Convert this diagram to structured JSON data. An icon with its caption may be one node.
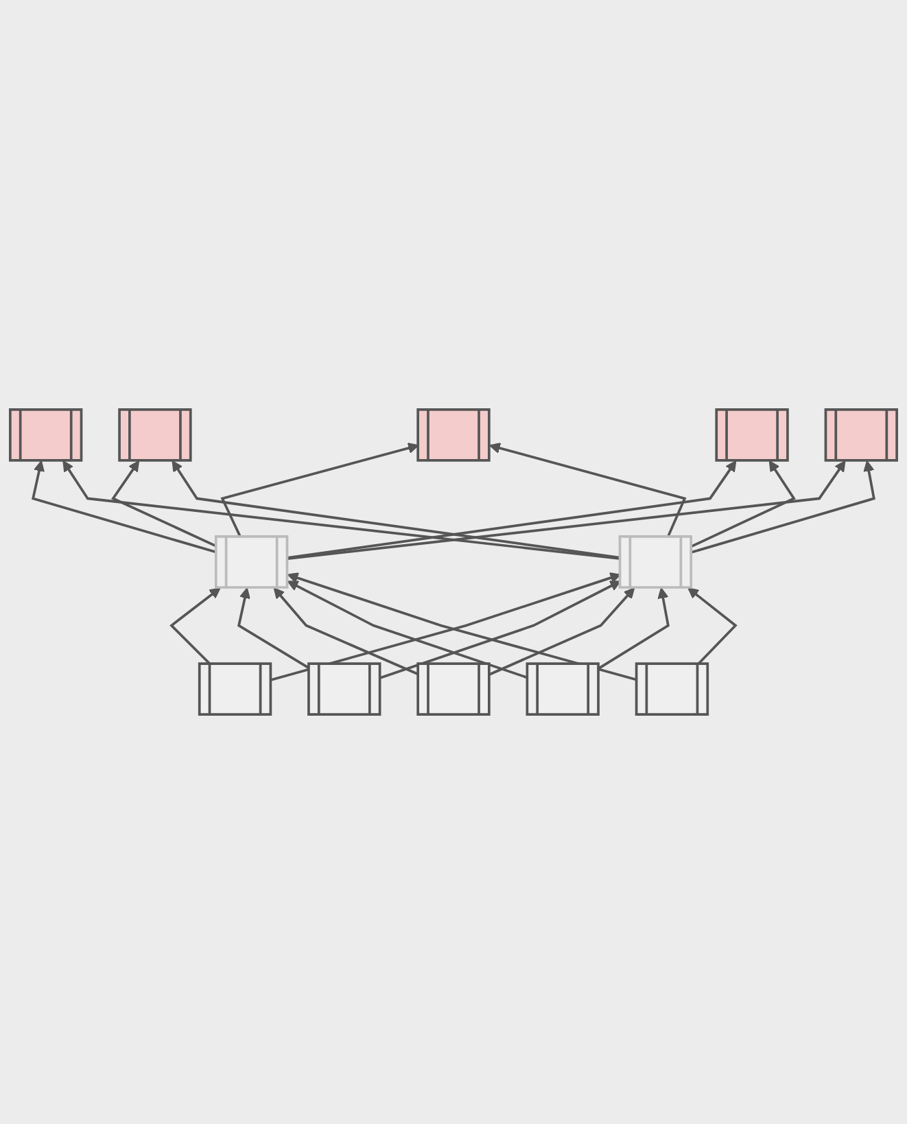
{
  "diagram": {
    "nodes": [
      {
        "text": [],
        "shape": "box"
      },
      {
        "text": [],
        "shape": "box"
      },
      {
        "text": [],
        "shape": "box"
      },
      {
        "text": [],
        "shape": "box"
      },
      {
        "text": [],
        "shape": "box"
      },
      {
        "text": [],
        "shape": "box"
      },
      {
        "text": [],
        "shape": "box"
      },
      {
        "text": [],
        "shape": "box"
      },
      {
        "text": [],
        "shape": "box"
      },
      {
        "text": [],
        "shape": "box"
      },
      {
        "text": [],
        "shape": "box"
      },
      {
        "text": [],
        "shape": "box"
      }
    ],
    "edges": [
      {
        "from": 7,
        "to": 5,
        "arrow": "to"
      },
      {
        "from": 8,
        "to": 5,
        "arrow": "to"
      },
      {
        "from": 9,
        "to": 5,
        "arrow": "to"
      },
      {
        "from": 10,
        "to": 5,
        "arrow": "to"
      },
      {
        "from": 11,
        "to": 5,
        "arrow": "to"
      },
      {
        "from": 7,
        "to": 6,
        "arrow": "to"
      },
      {
        "from": 8,
        "to": 6,
        "arrow": "to"
      },
      {
        "from": 9,
        "to": 6,
        "arrow": "to"
      },
      {
        "from": 10,
        "to": 6,
        "arrow": "to"
      },
      {
        "from": 11,
        "to": 6,
        "arrow": "to"
      },
      {
        "from": 5,
        "to": 0,
        "arrow": "to"
      },
      {
        "from": 5,
        "to": 1,
        "arrow": "to"
      },
      {
        "from": 5,
        "to": 2,
        "arrow": "to"
      },
      {
        "from": 5,
        "to": 3,
        "arrow": "to"
      },
      {
        "from": 5,
        "to": 4,
        "arrow": "to"
      },
      {
        "from": 6,
        "to": 0,
        "arrow": "to"
      },
      {
        "from": 6,
        "to": 1,
        "arrow": "to"
      },
      {
        "from": 6,
        "to": 2,
        "arrow": "to"
      },
      {
        "from": 6,
        "to": 3,
        "arrow": "to"
      },
      {
        "from": 6,
        "to": 4,
        "arrow": "to"
      }
    ]
  }
}
